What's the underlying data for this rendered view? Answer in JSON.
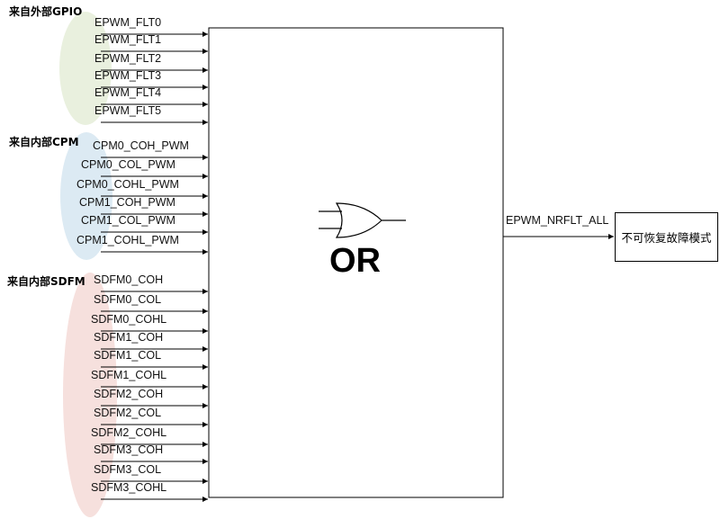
{
  "groups": [
    {
      "label": "来自外部GPIO",
      "color": "#e9f0de",
      "signals": [
        "EPWM_FLT0",
        "EPWM_FLT1",
        "EPWM_FLT2",
        "EPWM_FLT3",
        "EPWM_FLT4",
        "EPWM_FLT5"
      ]
    },
    {
      "label": "来自内部CPM",
      "color": "#dceaf3",
      "signals": [
        "CPM0_COH_PWM",
        "CPM0_COL_PWM",
        "CPM0_COHL_PWM",
        "CPM1_COH_PWM",
        "CPM1_COL_PWM",
        "CPM1_COHL_PWM"
      ]
    },
    {
      "label": "来自内部SDFM",
      "color": "#f6e0dd",
      "signals": [
        "SDFM0_COH",
        "SDFM0_COL",
        "SDFM0_COHL",
        "SDFM1_COH",
        "SDFM1_COL",
        "SDFM1_COHL",
        "SDFM2_COH",
        "SDFM2_COL",
        "SDFM2_COHL",
        "SDFM3_COH",
        "SDFM3_COL",
        "SDFM3_COHL"
      ]
    }
  ],
  "gate": {
    "label": "OR",
    "icon": "or-gate-icon"
  },
  "output": {
    "signal": "EPWM_NRFLT_ALL",
    "target": "不可恢复故障模式"
  }
}
